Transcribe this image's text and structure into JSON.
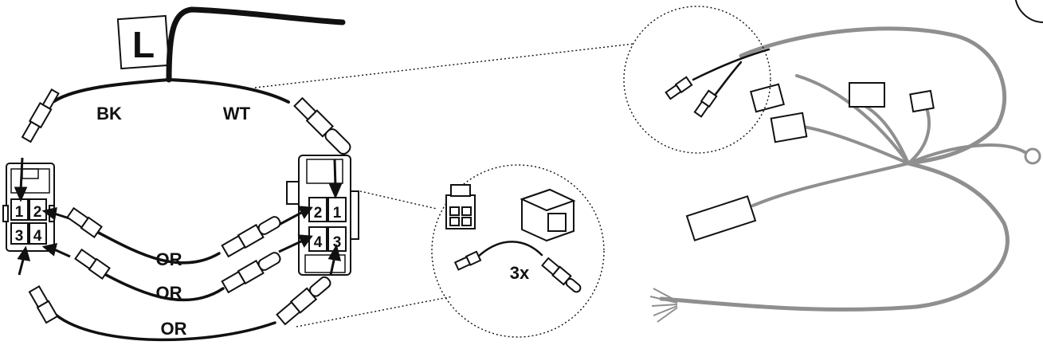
{
  "side_tag": "L",
  "wire_labels": {
    "left": "BK",
    "right": "WT"
  },
  "or_labels": [
    "OR",
    "OR",
    "OR"
  ],
  "pin_numbers": {
    "left_connector": [
      "1",
      "2",
      "3",
      "4"
    ],
    "right_connector": [
      "2",
      "1",
      "4",
      "3"
    ]
  },
  "quantity": "3x",
  "colors": {
    "wire": "#111111",
    "harness": "#8f8f8f",
    "background": "#ffffff"
  }
}
